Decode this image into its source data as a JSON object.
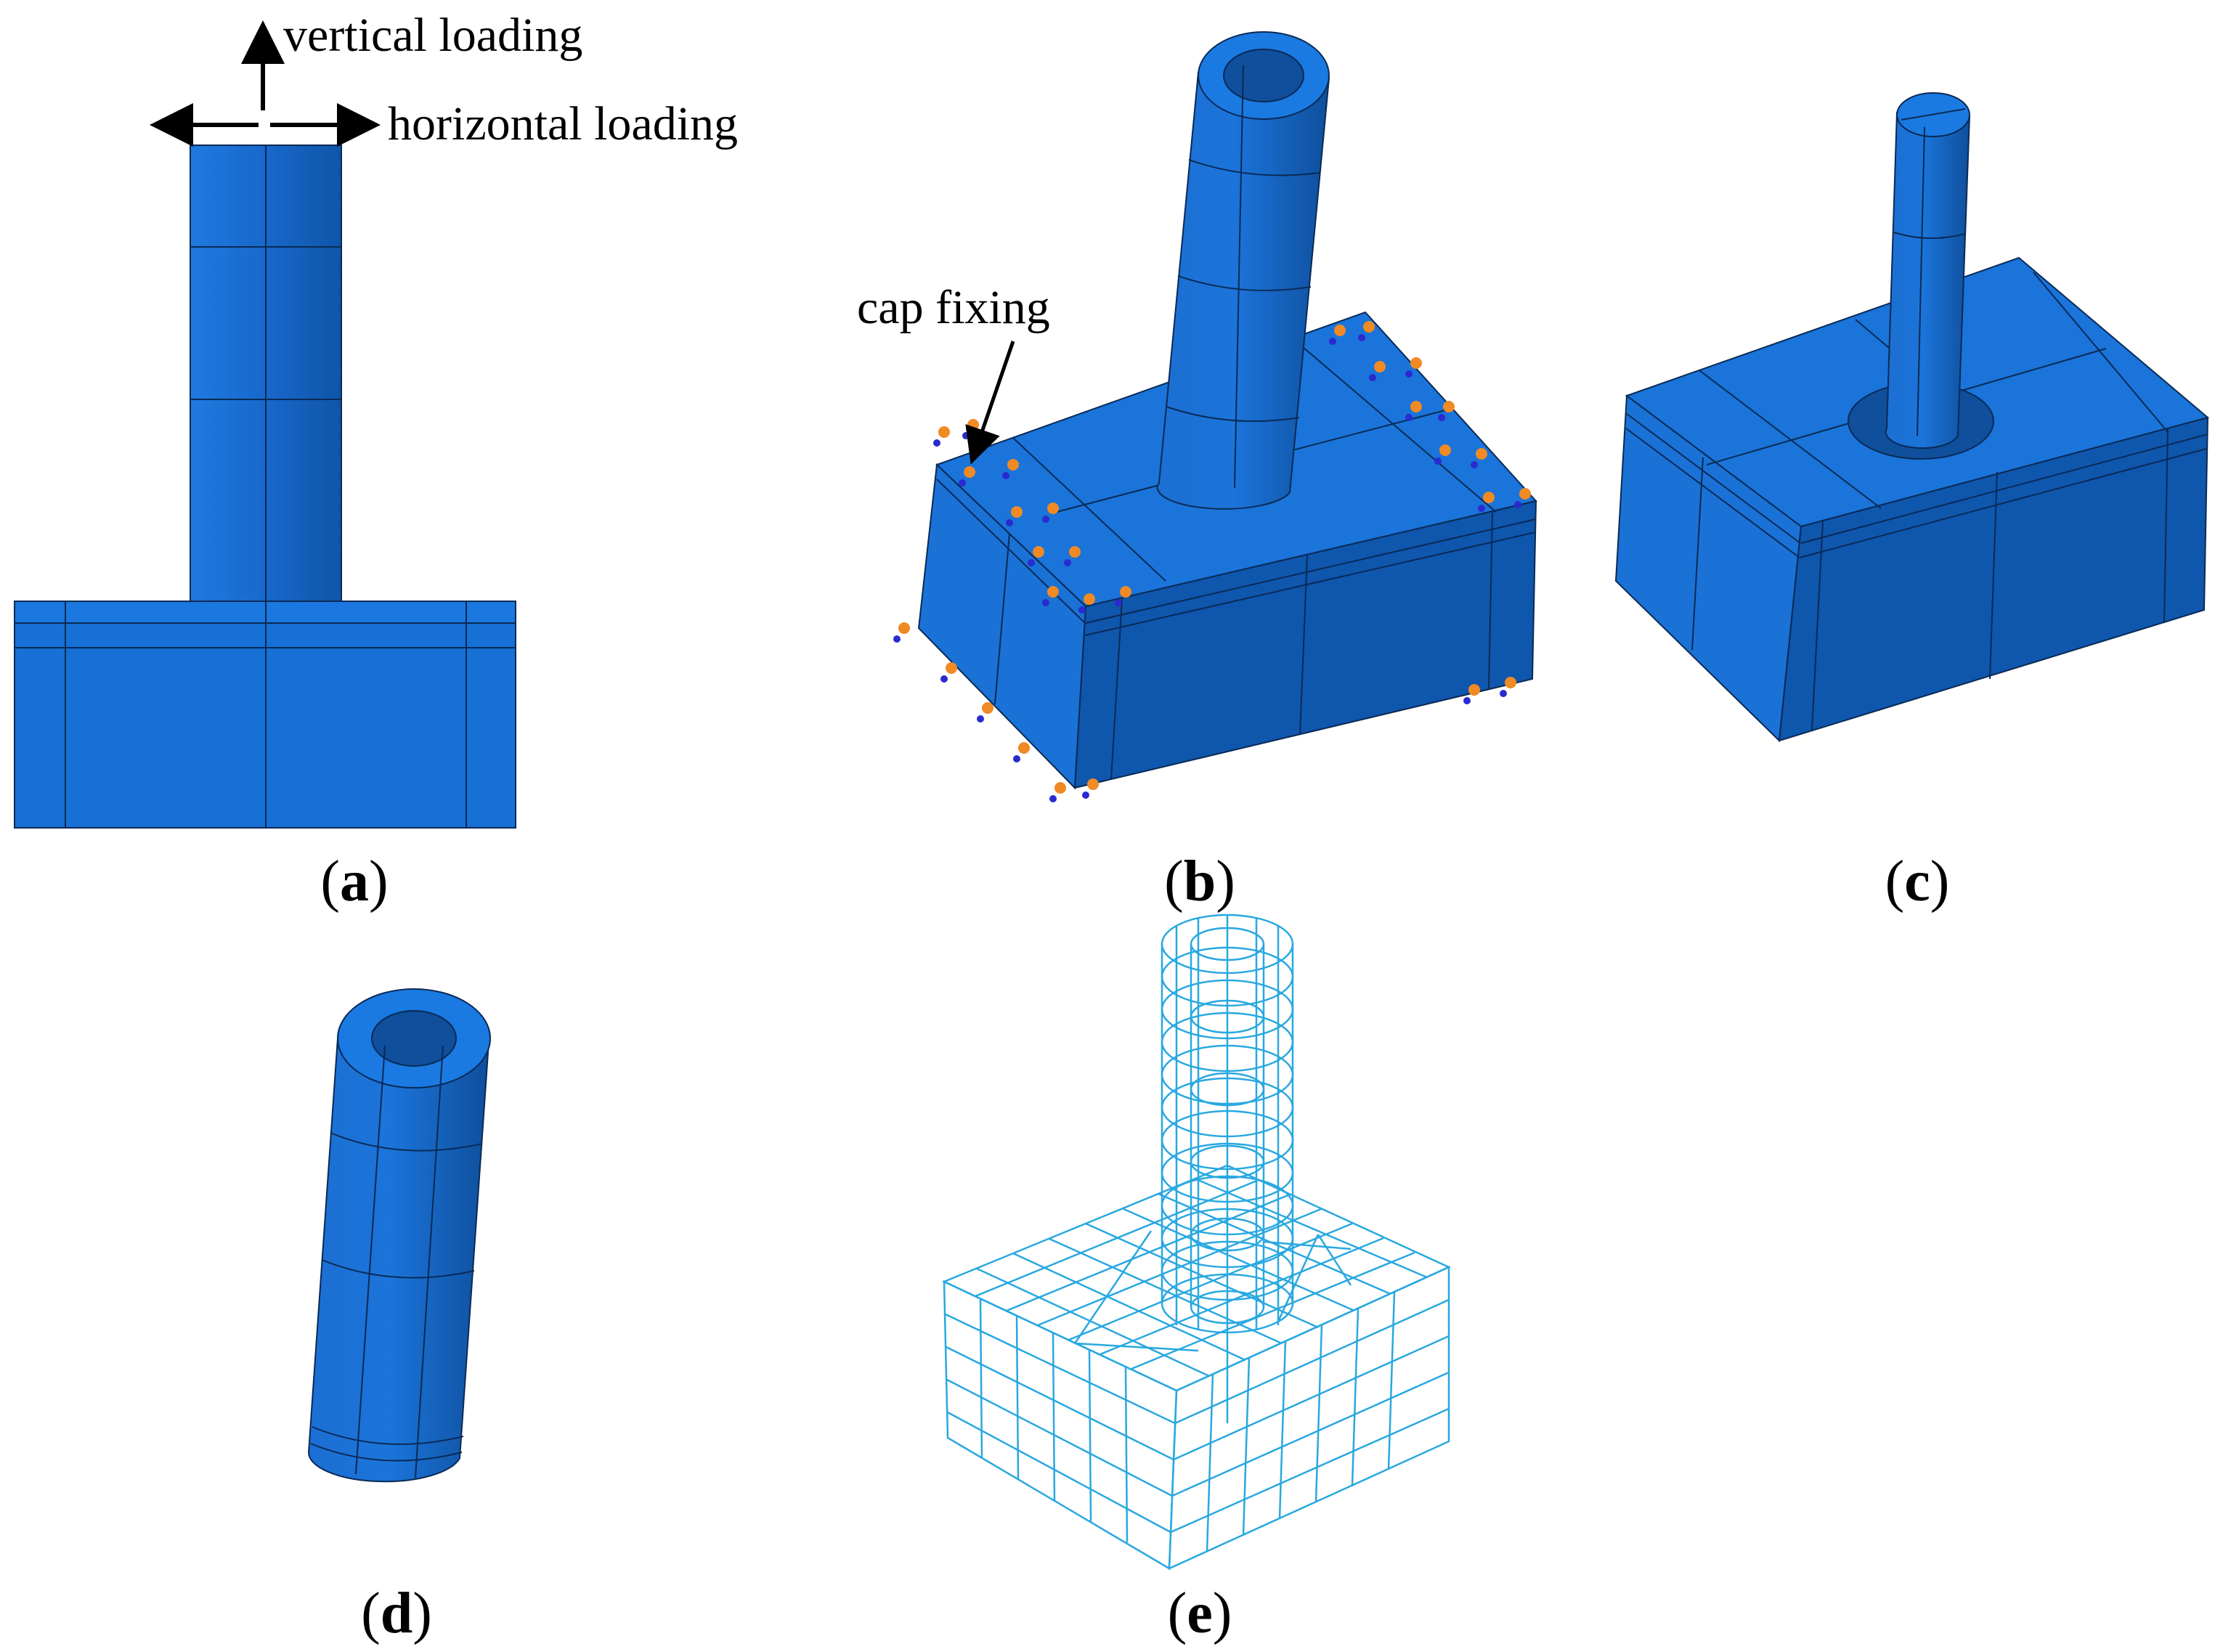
{
  "panels": [
    {
      "id": "a",
      "label": "a"
    },
    {
      "id": "b",
      "label": "b"
    },
    {
      "id": "c",
      "label": "c"
    },
    {
      "id": "d",
      "label": "d"
    },
    {
      "id": "e",
      "label": "e"
    }
  ],
  "annotations": {
    "vertical_loading": "vertical loading",
    "horizontal_loading": "horizontal loading",
    "cap_fixing": "cap fixing"
  },
  "colors": {
    "solid_light": "#1a73d9",
    "solid_mid": "#1566c7",
    "solid_dark": "#0e4f9e",
    "edge": "#0a2a55",
    "wire": "#29a8e0",
    "bc_orange": "#f08a24",
    "bc_blue": "#2a2ad0"
  }
}
